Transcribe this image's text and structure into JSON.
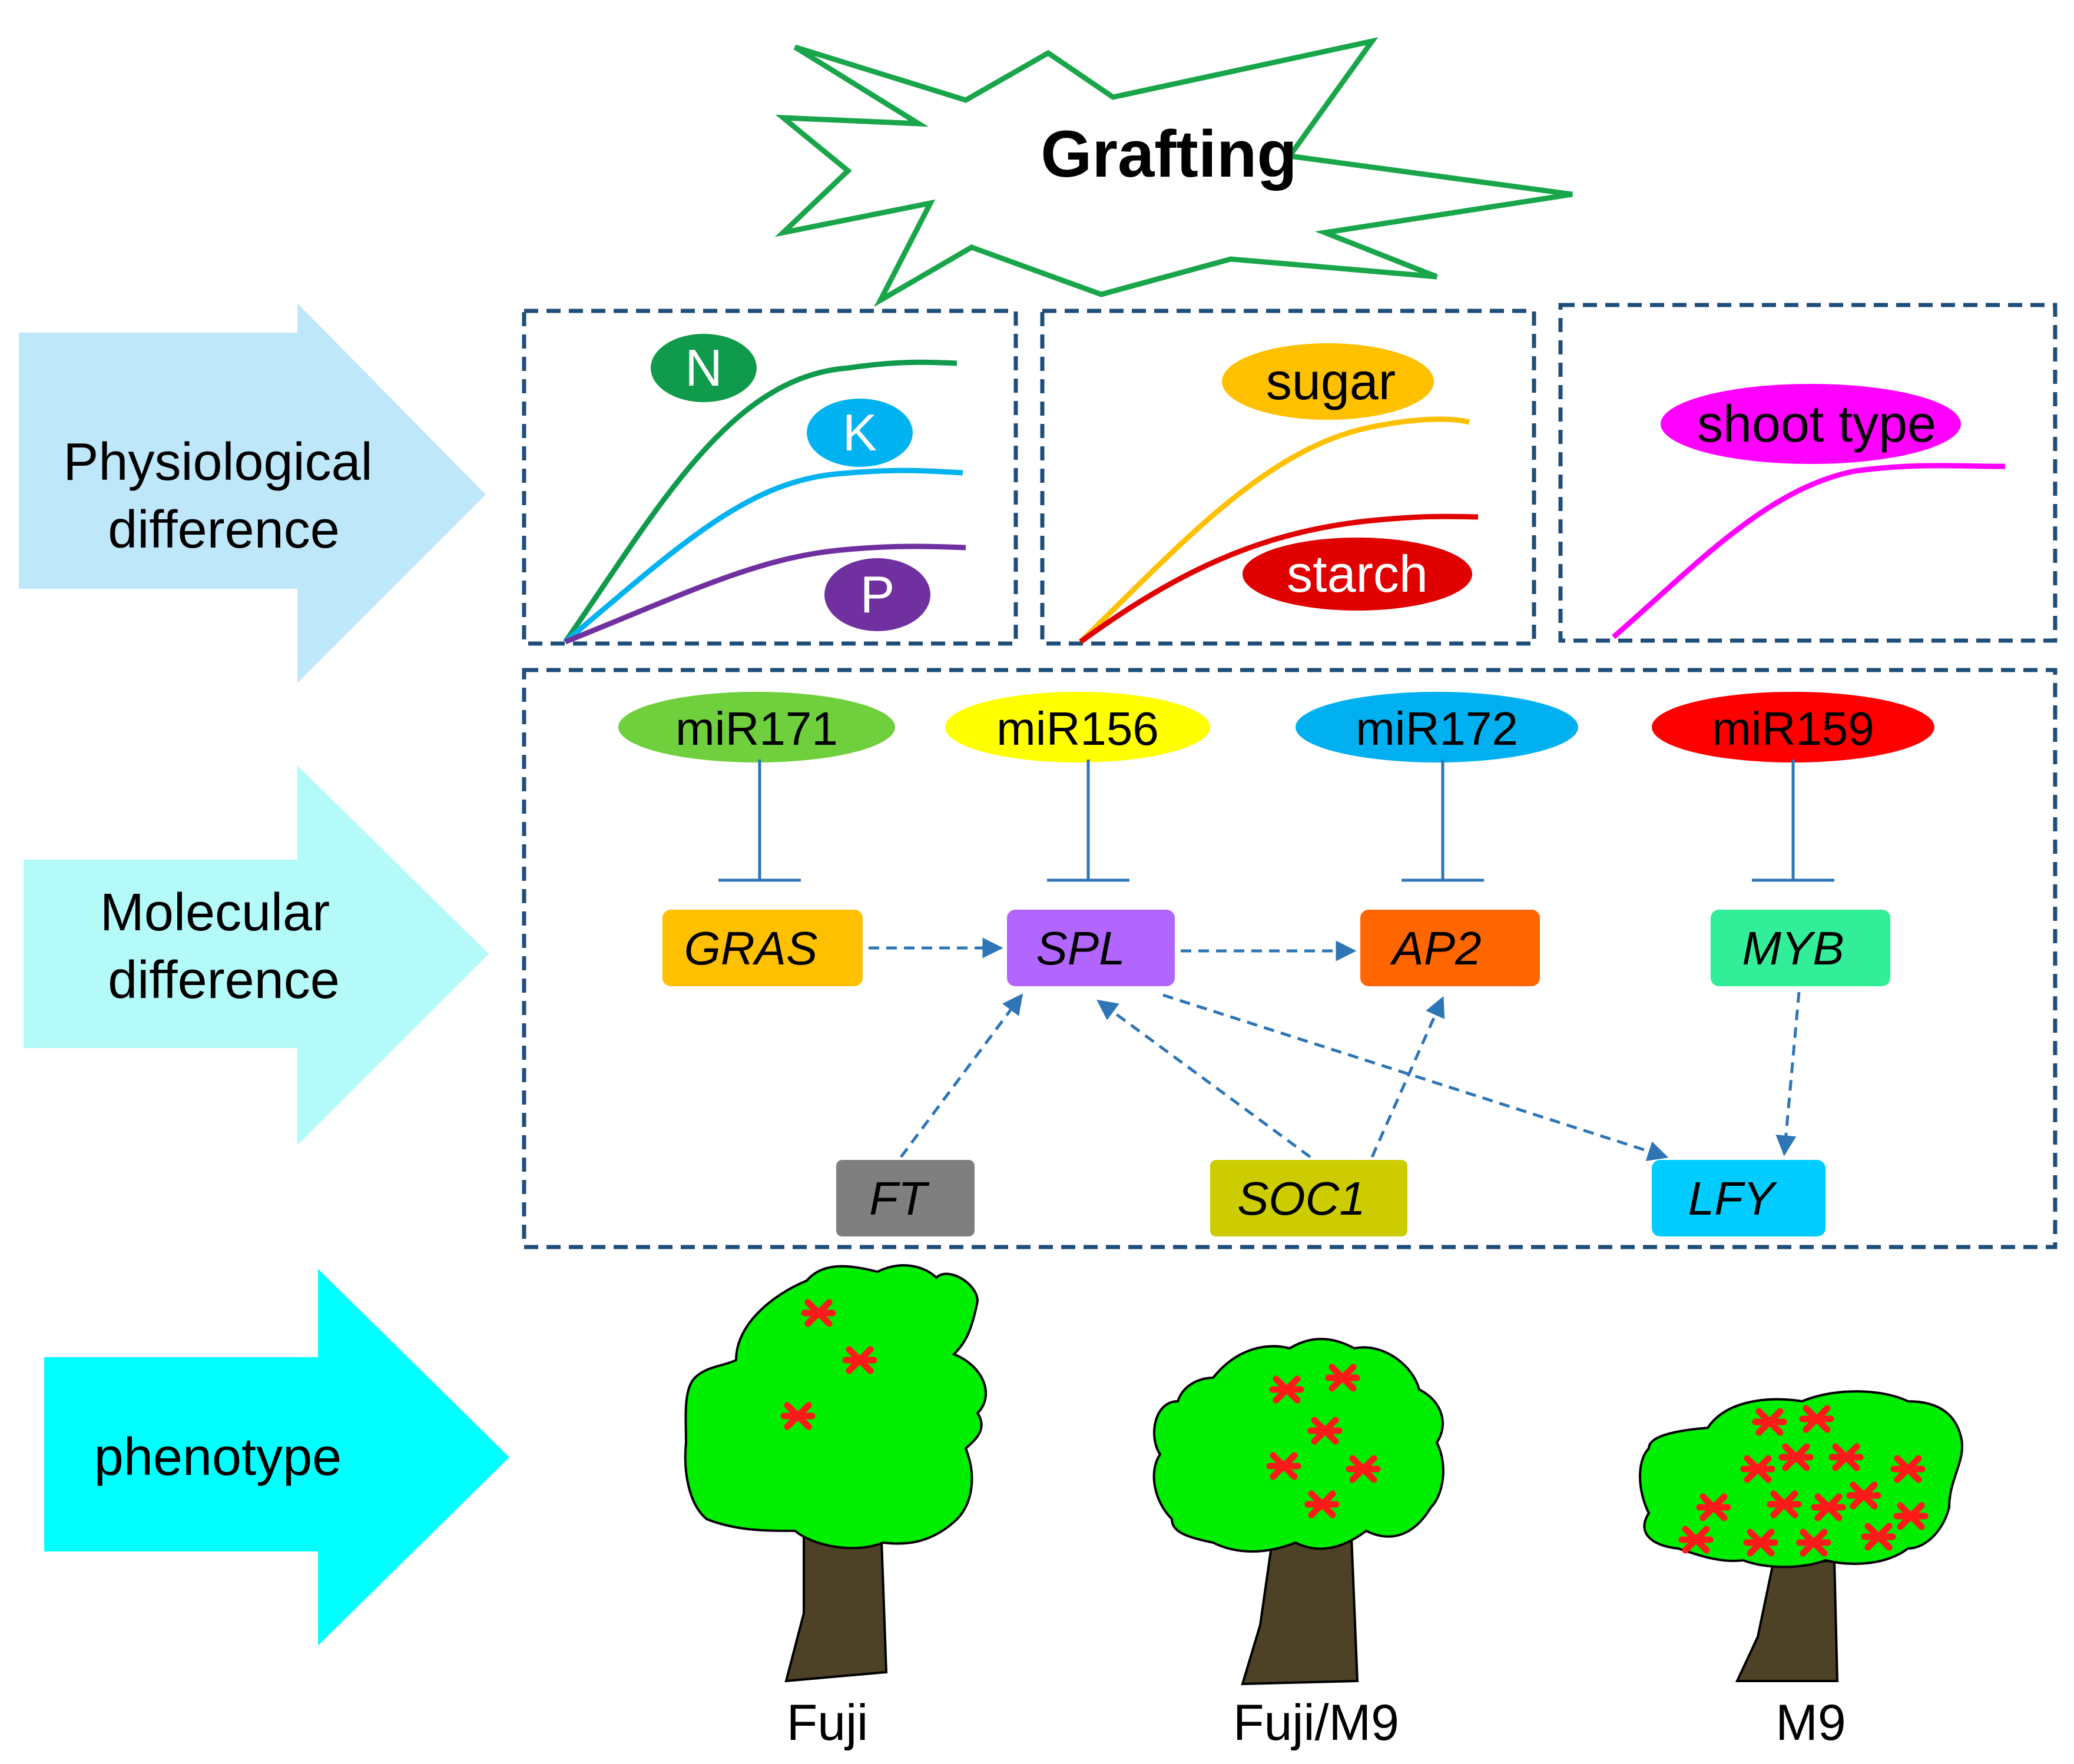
{
  "title": "Grafting",
  "side_labels": {
    "physiological_line1": "Physiological",
    "physiological_line2": "difference",
    "molecular_line1": "Molecular",
    "molecular_line2": "difference",
    "phenotype": "phenotype"
  },
  "physiology": {
    "nutrients": [
      "N",
      "K",
      "P"
    ],
    "carbohydrates": [
      "sugar",
      "starch"
    ],
    "shoot": "shoot type"
  },
  "mirnas": [
    "miR171",
    "miR156",
    "miR172",
    "miR159"
  ],
  "targets": [
    "GRAS",
    "SPL",
    "AP2",
    "MYB"
  ],
  "regulators": [
    "FT",
    "SOC1",
    "LFY"
  ],
  "trees": [
    "Fuji",
    "Fuji/M9",
    "M9"
  ],
  "colors": {
    "N": "#0f9a4c",
    "K": "#00b2f0",
    "P": "#7030a0",
    "sugar": "#ffc000",
    "starch": "#e00000",
    "shoot": "#ff00ff",
    "miR171": "#6fcf3c",
    "miR156": "#ffff00",
    "miR172": "#00b0f0",
    "miR159": "#ff0000",
    "GRAS": "#ffc000",
    "SPL": "#b266ff",
    "AP2": "#ff6600",
    "MYB": "#33ee99",
    "FT": "#7f7f7f",
    "SOC1": "#cccc00",
    "LFY": "#00ccff",
    "dashed": "#2e75b6",
    "foliage": "#00ee00",
    "trunk": "#4d4226",
    "fruit": "#ff1a1a"
  }
}
